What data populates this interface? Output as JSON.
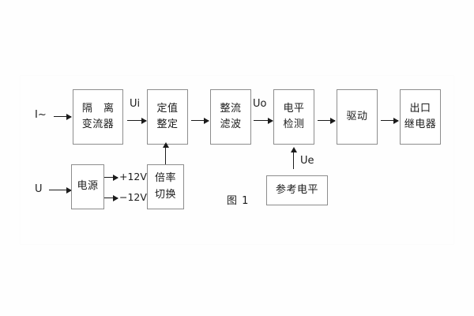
{
  "figure": {
    "caption": "图 1",
    "line_color": "#1c1c1c",
    "box_border_color": "#8d8d8d",
    "background": "#fefefe"
  },
  "inputs": {
    "current": "I~",
    "voltage": "U"
  },
  "blocks": {
    "isolation_ct": {
      "line1": "隔 离",
      "line2": "变流器"
    },
    "setting": {
      "line1": "定值",
      "line2": "整定"
    },
    "rectify_filter": {
      "line1": "整流",
      "line2": "滤波"
    },
    "level_detect": {
      "line1": "电平",
      "line2": "检测"
    },
    "drive": {
      "line1": "驱动",
      "line2": ""
    },
    "output_relay": {
      "line1": "出口",
      "line2": "继电器"
    },
    "power_supply": {
      "line1": "电源",
      "line2": ""
    },
    "ratio_switch": {
      "line1": "倍率",
      "line2": "切换"
    },
    "reference_level": {
      "line1": "参考电平",
      "line2": ""
    }
  },
  "signals": {
    "ui": "Ui",
    "uo": "Uo",
    "ue": "Ue",
    "plus12v": "+12V",
    "minus12v": "−12V"
  }
}
